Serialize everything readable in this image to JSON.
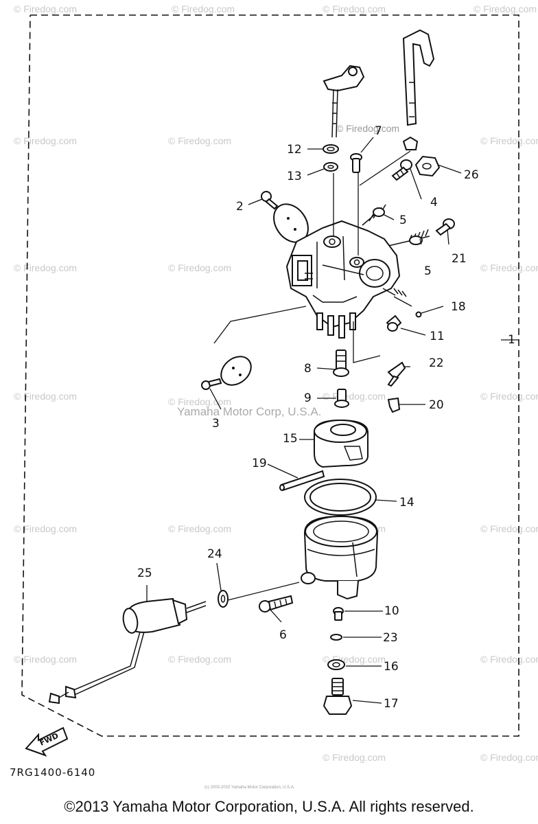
{
  "watermarks": {
    "site": "© Firedog.com",
    "mid_caption": "Yamaha Motor Corp, U.S.A.",
    "footer_tiny": "(c) 2003-2015 Yamaha Motor Corporation, U.S.A."
  },
  "callouts": {
    "c1": "1",
    "c2": "2",
    "c3": "3",
    "c4": "4",
    "c5a": "5",
    "c5b": "5",
    "c6": "6",
    "c7": "7",
    "c8": "8",
    "c9": "9",
    "c10": "10",
    "c11": "11",
    "c12": "12",
    "c13": "13",
    "c14": "14",
    "c15": "15",
    "c16": "16",
    "c17": "17",
    "c18": "18",
    "c19": "19",
    "c20": "20",
    "c21": "21",
    "c22": "22",
    "c23": "23",
    "c24": "24",
    "c25": "25",
    "c26": "26"
  },
  "fwd_label": "FWD",
  "part_code": "7RG1400-6140",
  "copyright": "©2013 Yamaha Motor Corporation, U.S.A. All rights reserved."
}
